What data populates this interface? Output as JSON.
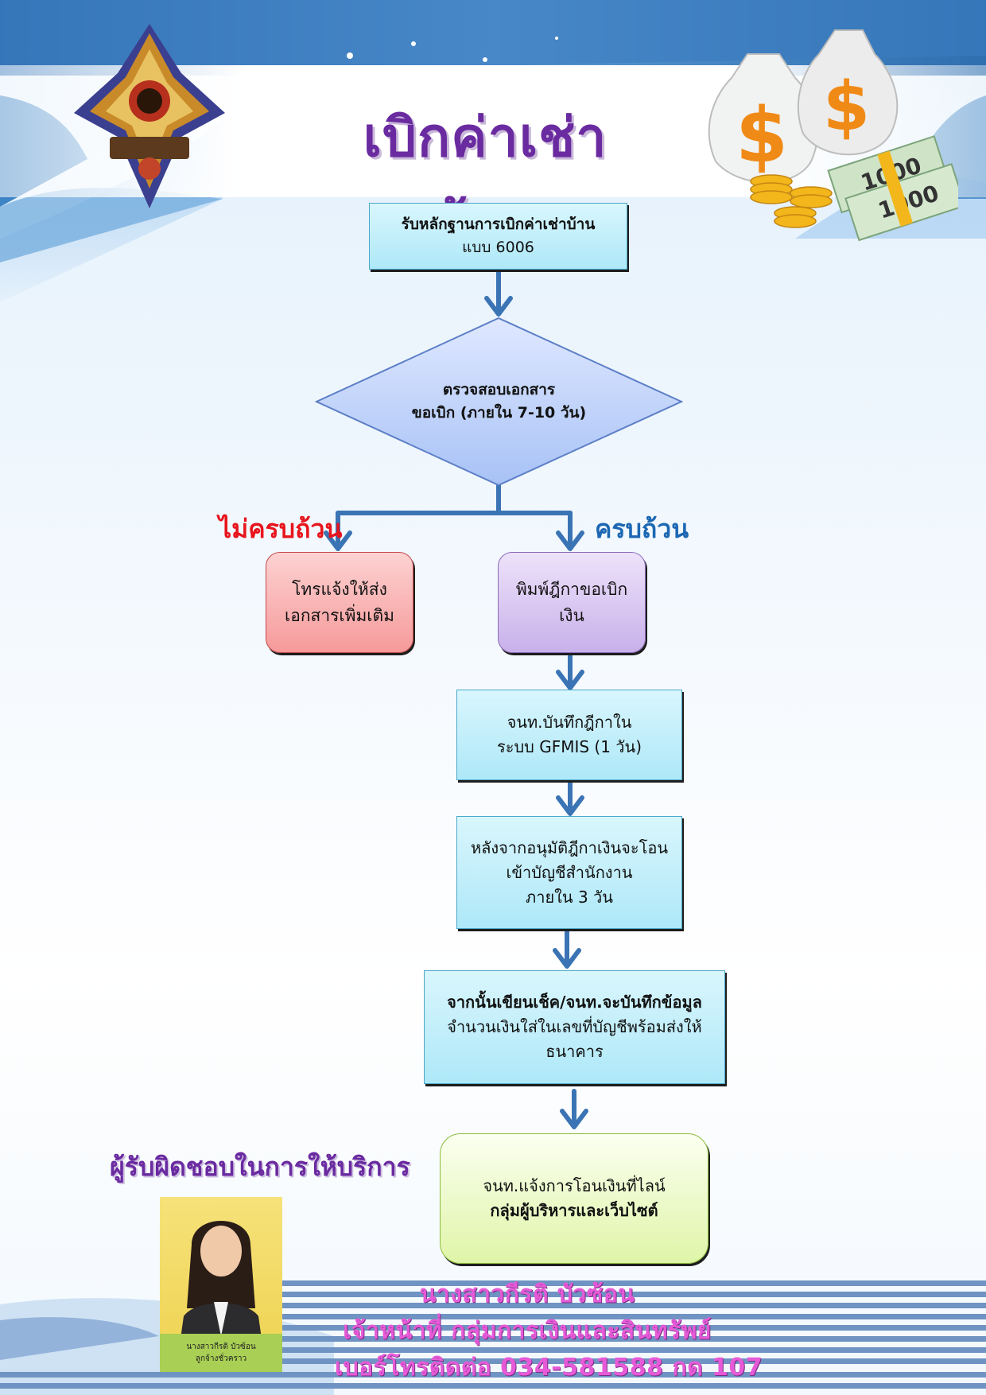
{
  "title": "เบิกค่าเช่าบ้าน",
  "steps": {
    "step1": [
      "รับหลักฐานการเบิกค่าเช่าบ้าน",
      "แบบ 6006"
    ],
    "check": [
      "ตรวจสอบเอกสาร",
      "ขอเบิก (ภายใน 7-10 วัน)"
    ],
    "incomplete_label": "ไม่ครบถ้วน",
    "complete_label": "ครบถ้วน",
    "incomplete_action": [
      "โทรแจ้งให้ส่ง",
      "เอกสารเพิ่มเติม"
    ],
    "print_voucher": [
      "พิมพ์ฎีกาขอเบิก",
      "เงิน"
    ],
    "record_gfmis": [
      "จนท.บันทึกฎีกาใน",
      "ระบบ GFMIS (1 วัน)"
    ],
    "transfer": [
      "หลังจากอนุมัติฎีกาเงินจะโอน",
      "เข้าบัญชีสำนักงาน",
      "ภายใน 3 วัน"
    ],
    "write_cheque_bold": "จากนั้นเขียนเช็ค/จนท.จะบันทึกข้อมูล",
    "write_cheque": [
      "จำนวนเงินใส่ในเลขที่บัญชีพร้อมส่งให้",
      "ธนาคาร"
    ],
    "notify": "จนท.แจ้งการโอนเงินที่ไลน์",
    "notify_bold": "กลุ่มผู้บริหารและเว็บไซต์"
  },
  "responsible": {
    "heading": "ผู้รับผิดชอบในการให้บริการ",
    "photo_caption_name": "นางสาวกีรติ บัวซ้อน",
    "photo_caption_role": "ลูกจ้างชั่วคราว",
    "name": "นางสาวกีรติ  บัวซ้อน",
    "position": "เจ้าหน้าที่ กลุ่มการเงินและสินทรัพย์",
    "phone": "เบอร์โทรติดต่อ 034-581588 กด 107"
  },
  "colors": {
    "title": "#6a2aa0",
    "arrow": "#3b74b4",
    "incomplete": "#e8141c",
    "complete": "#1c67b3",
    "footer_text": "#e65ad7"
  },
  "icons": [
    "emblem-icon",
    "money-bag-icon",
    "arrow-down-icon"
  ]
}
